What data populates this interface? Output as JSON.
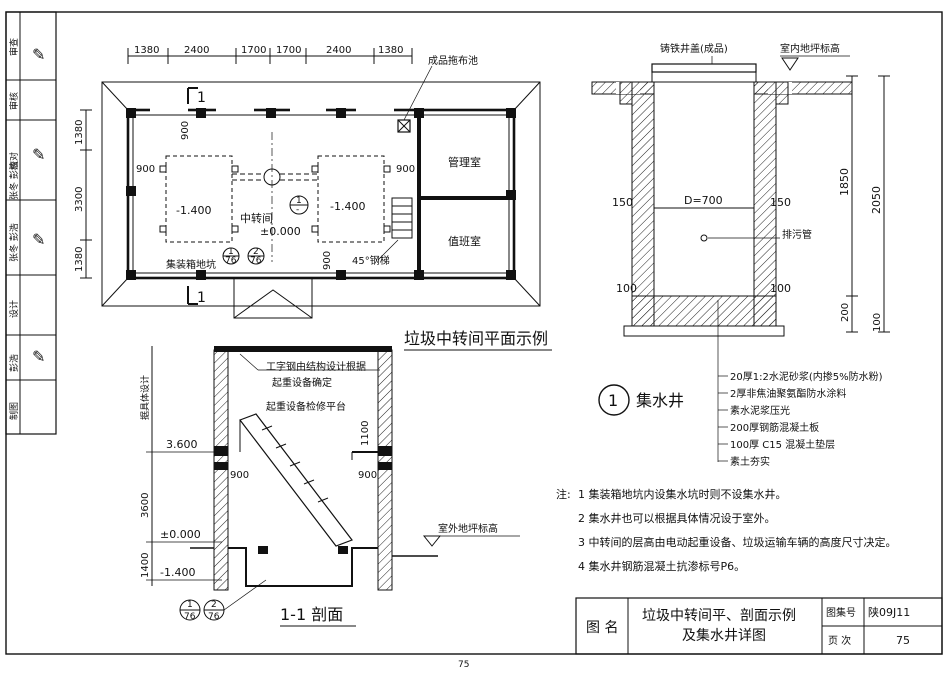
{
  "side_strip": {
    "rows": [
      {
        "label": "审查",
        "name": "",
        "sign": "✎"
      },
      {
        "label": "审核",
        "name": "",
        "sign": ""
      },
      {
        "label": "校对",
        "name": "张冬 彭浩",
        "sign": "✎"
      },
      {
        "label": "设计",
        "name": "张冬 彭浩",
        "sign": "✎"
      },
      {
        "label": "制图",
        "name": "彭浩",
        "sign": "✎"
      }
    ]
  },
  "plan": {
    "caption": "垃圾中转间平面示例",
    "top_dims": [
      "1380",
      "2400",
      "1700",
      "1700",
      "2400",
      "1380"
    ],
    "left_dims": [
      "1380",
      "3300",
      "1380"
    ],
    "labels": {
      "mop_pool": "成品拖布池",
      "manage_room": "管理室",
      "duty_room": "值班室",
      "transfer_room": "中转间",
      "container_pit": "集装箱地坑",
      "steel_stair": "45°钢梯",
      "elev_left": "-1.400",
      "elev_right": "-1.400",
      "elev_center": "±0.000",
      "dim_900_a": "900",
      "dim_900_b": "900",
      "dim_900_c": "900",
      "dim_900_d": "900",
      "cut_mark": "1",
      "ref1_top": "1",
      "ref1_bottom": "76",
      "ref2_top": "2",
      "ref2_bottom": "76",
      "detail_top": "1",
      "detail_bottom": "-"
    }
  },
  "section": {
    "caption": "1-1 剖面",
    "vertical_label": "据具体设计",
    "notes": [
      "工字钢由结构设计根据",
      "起重设备确定",
      "起重设备检修平台"
    ],
    "elev_3600": "3.600",
    "elev_0": "±0.000",
    "elev_m14": "-1.400",
    "dim_3600": "3600",
    "dim_1400": "1400",
    "dim_1100": "1100",
    "dim_900_left": "900",
    "dim_900_right": "900",
    "outdoor": "室外地坪标高",
    "ref1_top": "1",
    "ref1_bottom": "76",
    "ref2_top": "2",
    "ref2_bottom": "76"
  },
  "pit": {
    "cover": "铸铁井盖(成品)",
    "floor_level": "室内地坪标高",
    "diameter": "D=700",
    "wall_left": "150",
    "wall_right": "150",
    "pipe": "排污管",
    "base_left": "100",
    "base_right": "100",
    "dim_1850": "1850",
    "dim_2050": "2050",
    "dim_200": "200",
    "dim_100": "100",
    "title_num": "1",
    "title": "集水井",
    "layers": [
      "20厚1:2水泥砂浆(内掺5%防水粉)",
      "2厚非焦油聚氨酯防水涂料",
      "素水泥浆压光",
      "200厚钢筋混凝土板",
      "100厚 C15 混凝土垫层",
      "素土夯实"
    ]
  },
  "notes": {
    "prefix": "注:",
    "items": [
      "1  集装箱地坑内设集水坑时则不设集水井。",
      "2  集水井也可以根据具体情况设于室外。",
      "3  中转间的层高由电动起重设备、垃圾运输车辆的高度尺寸决定。",
      "4  集水井钢筋混凝土抗渗标号P6。"
    ]
  },
  "title_block": {
    "name_label": "图  名",
    "title_line1": "垃圾中转间平、剖面示例",
    "title_line2": "及集水井详图",
    "atlas_label": "图集号",
    "atlas_value": "陕09J11",
    "page_label": "页  次",
    "page_value": "75"
  },
  "page_number": "75"
}
